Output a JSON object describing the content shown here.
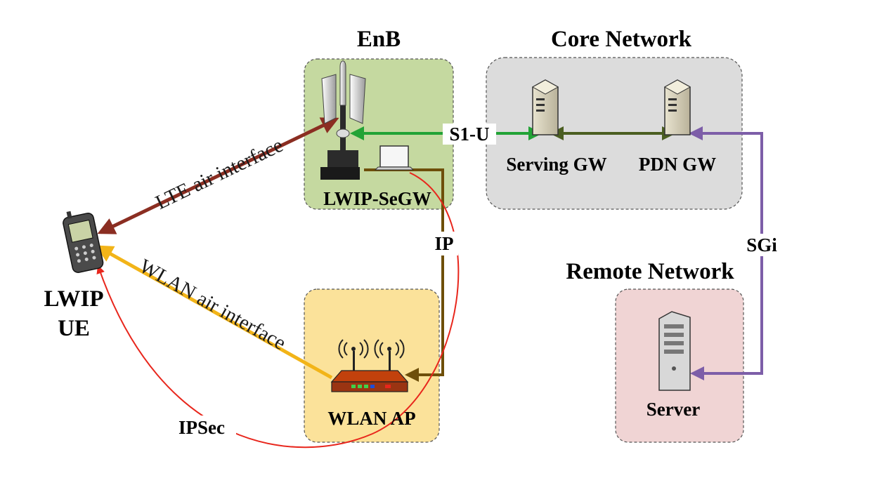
{
  "groups": {
    "enb": {
      "title": "EnB",
      "node_label": "LWIP-SeGW",
      "fill": "#c5d9a0"
    },
    "core": {
      "title": "Core Network",
      "serving_gw": "Serving GW",
      "pdn_gw": "PDN GW",
      "fill": "#dcdcdc"
    },
    "remote": {
      "title": "Remote Network",
      "server": "Server",
      "fill": "#f0d4d4"
    },
    "wlan": {
      "node_label": "WLAN AP",
      "fill": "#fbe29a"
    }
  },
  "ue": {
    "label_line1": "LWIP",
    "label_line2": "UE"
  },
  "links": {
    "s1u": "S1-U",
    "ip": "IP",
    "sgi": "SGi",
    "ipsec": "IPSec",
    "lte_air": "LTE air interface",
    "wlan_air": "WLAN air interface"
  },
  "colors": {
    "s1u": "#22a336",
    "core_link": "#4b5e21",
    "sgi": "#7d5ea8",
    "ip": "#6e4f0a",
    "lte_air": "#8b2e22",
    "wlan_air": "#f2b418",
    "ipsec": "#e8261c"
  }
}
